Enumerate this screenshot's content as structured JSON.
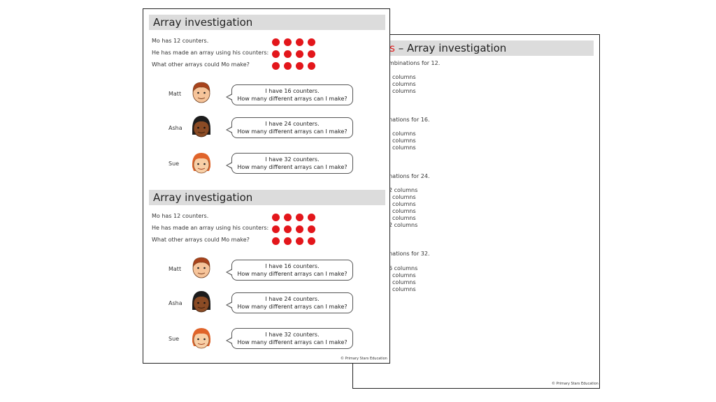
{
  "back_sheet": {
    "title_prefix": "rs",
    "title_main": "– Array investigation",
    "lines": [
      "ombinations for 12.",
      "columns",
      "columns",
      "columns",
      "inations for 16.",
      "columns",
      "columns",
      "columns",
      "inations for 24.",
      "2 columns",
      "columns",
      "columns",
      "columns",
      "columns",
      "2 columns",
      "inations for 32.",
      "6 columns",
      "columns",
      "columns",
      "columns"
    ],
    "copyright": "© Primary Stars Education"
  },
  "front_sheet": {
    "copyright": "© Primary Stars Education",
    "sections": [
      {
        "title": "Array investigation",
        "intro": [
          "Mo has 12 counters.",
          "He has made an array using his counters:",
          "What other arrays could Mo make?"
        ],
        "array": {
          "rows": 3,
          "columns": 4,
          "color": "#e3161b"
        },
        "children": [
          {
            "name": "Matt",
            "line1": "I have 16 counters.",
            "line2": "How many different arrays can I make?"
          },
          {
            "name": "Asha",
            "line1": "I have 24 counters.",
            "line2": "How many different arrays can I make?"
          },
          {
            "name": "Sue",
            "line1": "I have 32 counters.",
            "line2": "How many different arrays can I make?"
          }
        ]
      },
      {
        "title": "Array investigation",
        "intro": [
          "Mo has 12 counters.",
          "He has made an array using his counters:",
          "What other arrays could Mo make?"
        ],
        "array": {
          "rows": 3,
          "columns": 4,
          "color": "#e3161b"
        },
        "children": [
          {
            "name": "Matt",
            "line1": "I have 16 counters.",
            "line2": "How many different arrays can I make?"
          },
          {
            "name": "Asha",
            "line1": "I have 24 counters.",
            "line2": "How many different arrays can I make?"
          },
          {
            "name": "Sue",
            "line1": "I have 32 counters.",
            "line2": "How many different arrays can I make?"
          }
        ]
      }
    ]
  }
}
